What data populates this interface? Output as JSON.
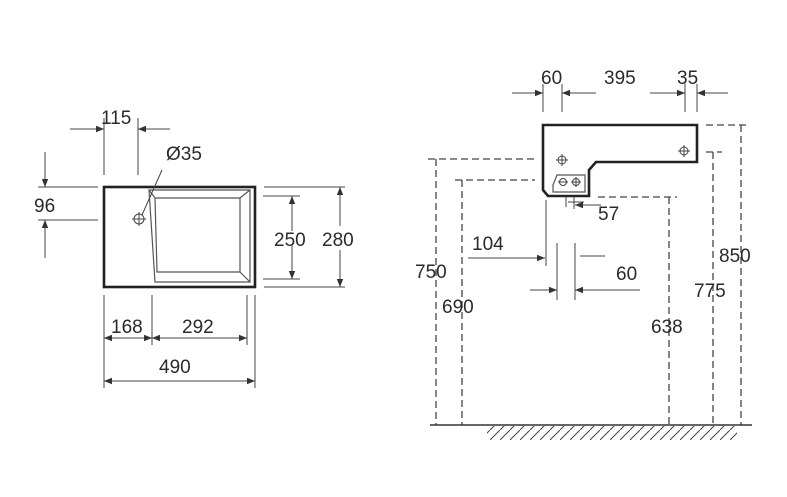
{
  "plan_view": {
    "tap_offset": "115",
    "tap_hole": "Ø35",
    "edge_offset": "96",
    "bowl_depth": "250",
    "total_depth": "280",
    "left_deck": "168",
    "bowl_width": "292",
    "total_width": "490"
  },
  "side_view": {
    "top_60": "60",
    "top_395": "395",
    "top_35": "35",
    "height_850": "850",
    "height_775": "775",
    "height_750": "750",
    "height_690": "690",
    "height_638": "638",
    "dim_57": "57",
    "dim_104": "104",
    "dim_60_lower": "60"
  },
  "colors": {
    "line": "#333333",
    "text": "#2a2a2a",
    "background": "#ffffff"
  }
}
